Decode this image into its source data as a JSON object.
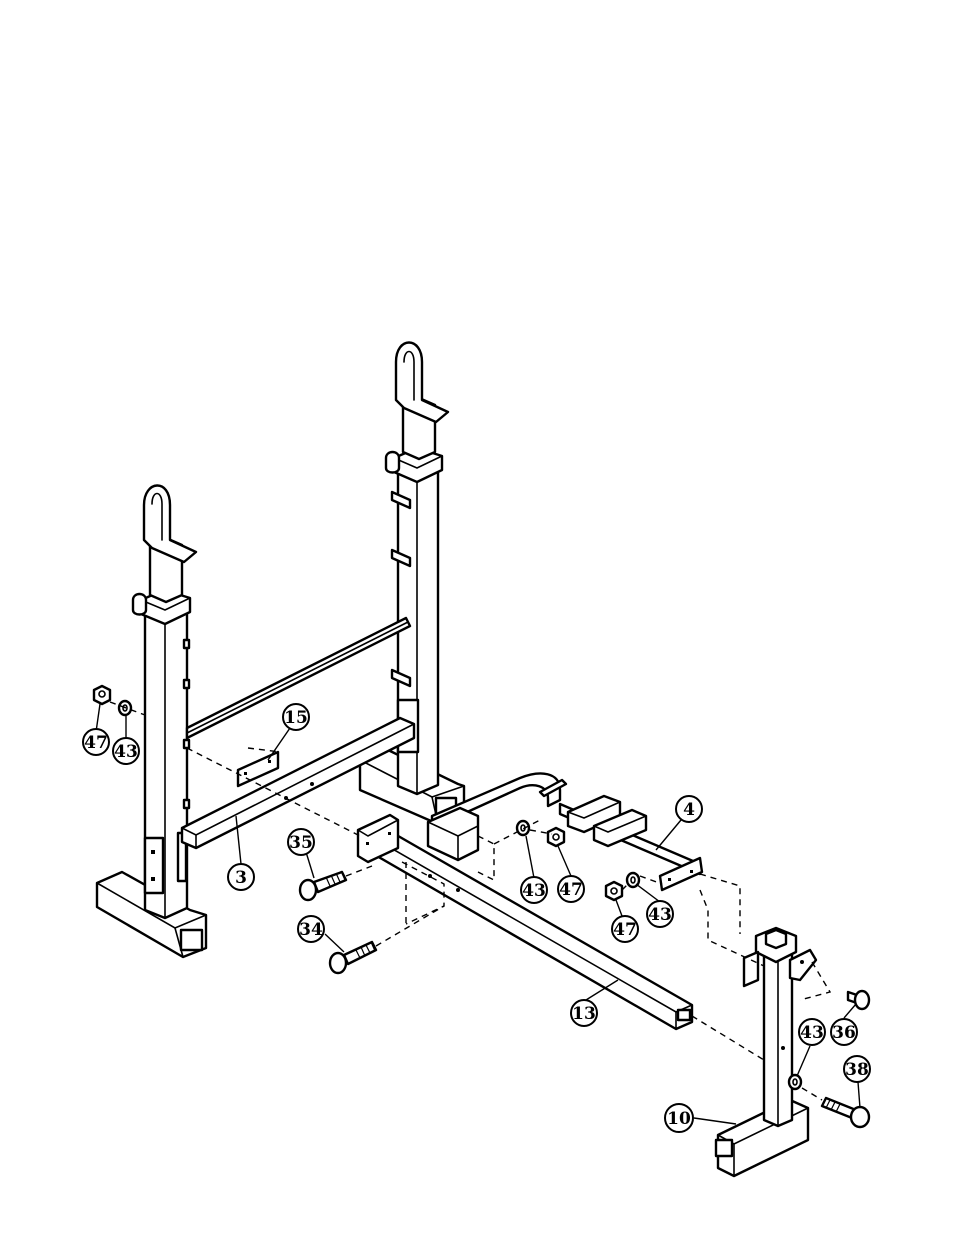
{
  "callouts": {
    "c47a": "47",
    "c43a": "43",
    "c15": "15",
    "c3": "3",
    "c35": "35",
    "c34": "34",
    "c13": "13",
    "c43b": "43",
    "c47b": "47",
    "c4": "4",
    "c47c": "47",
    "c43c": "43",
    "c36": "36",
    "c43d": "43",
    "c38": "38",
    "c10": "10"
  }
}
